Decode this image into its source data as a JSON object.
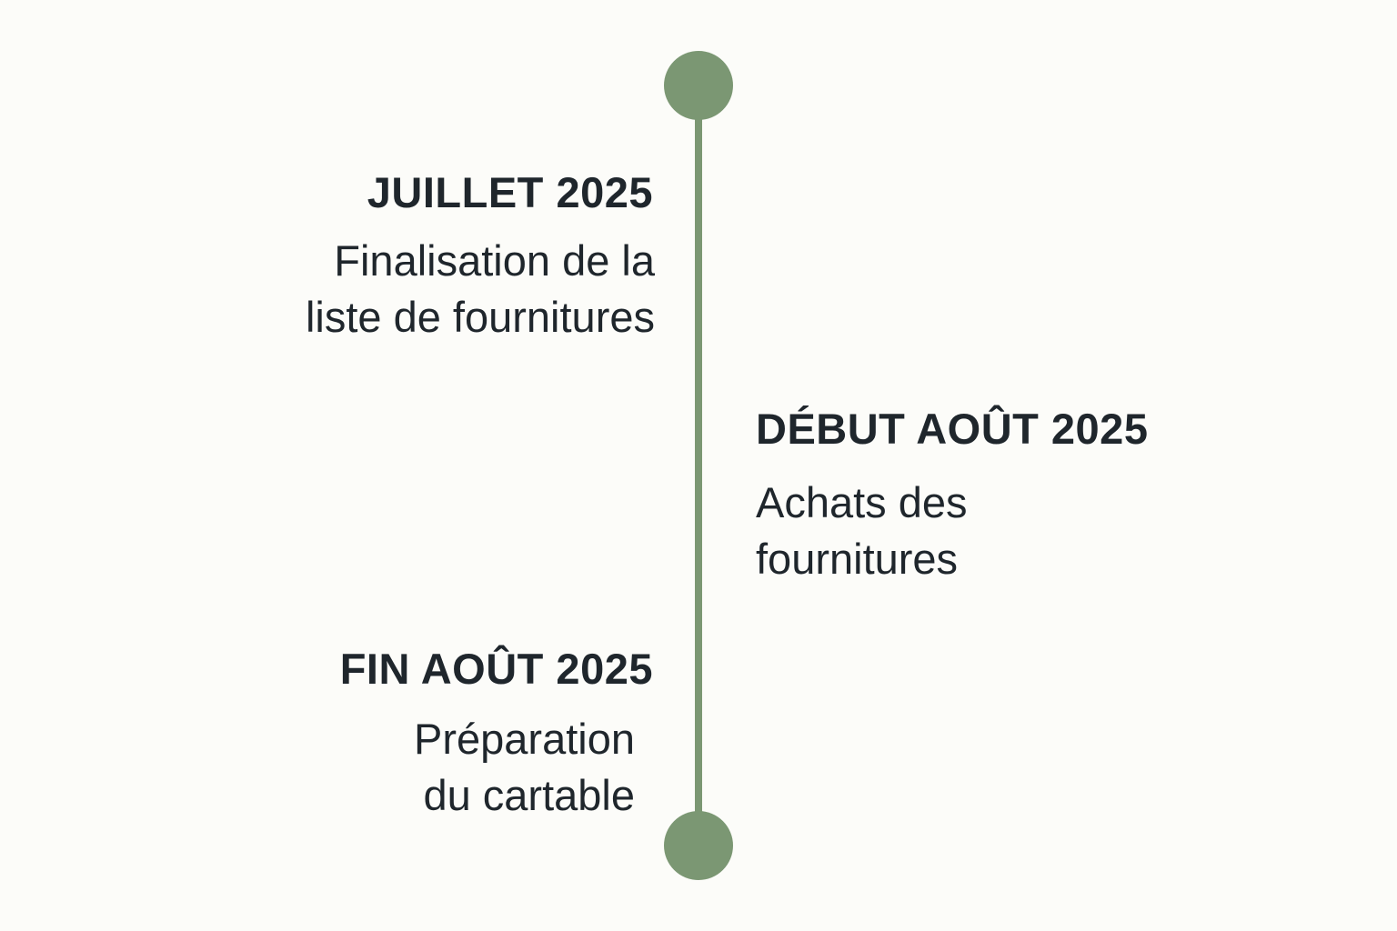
{
  "colors": {
    "background": "#fcfcf9",
    "accent": "#7b9773",
    "text": "#1f262c"
  },
  "timeline": {
    "events": [
      {
        "date": "JUILLET 2025",
        "description": "Finalisation de la\nliste de fournitures",
        "side": "left"
      },
      {
        "date": "DÉBUT AOÛT 2025",
        "description": "Achats des\nfournitures",
        "side": "right"
      },
      {
        "date": "FIN AOÛT 2025",
        "description": "Préparation\ndu cartable",
        "side": "left"
      }
    ]
  }
}
